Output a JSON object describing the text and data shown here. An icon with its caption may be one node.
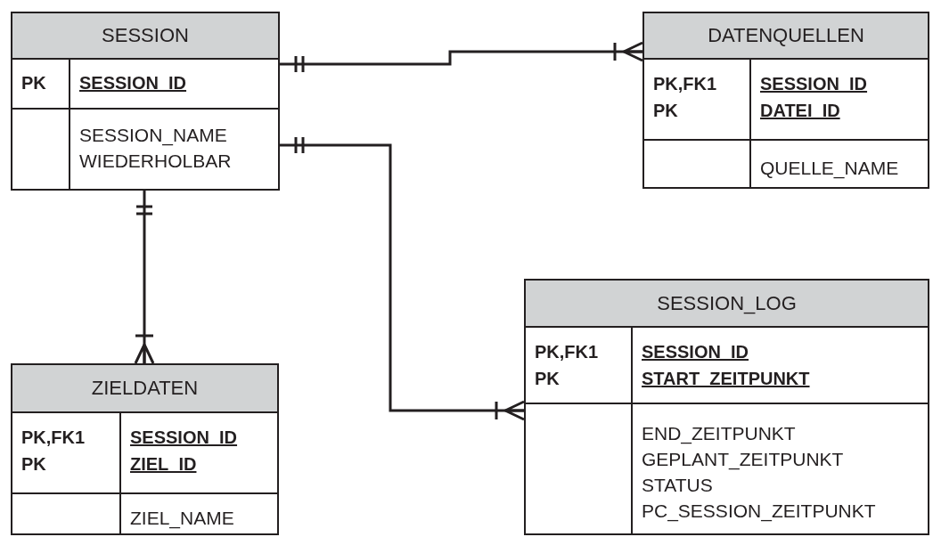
{
  "diagram": {
    "nodes": [
      {
        "text": [
          "SESSION",
          "PK",
          "SESSION_ID",
          "SESSION_NAME",
          "WIEDERHOLBAR"
        ]
      },
      {
        "text": [
          "DATENQUELLEN",
          "PK,FK1",
          "PK",
          "SESSION_ID",
          "DATEI_ID",
          "QUELLE_NAME"
        ]
      },
      {
        "text": [
          "SESSION_LOG",
          "PK,FK1",
          "PK",
          "SESSION_ID",
          "START_ZEITPUNKT",
          "END_ZEITPUNKT",
          "GEPLANT_ZEITPUNKT",
          "STATUS",
          "PC_SESSION_ZEITPUNKT"
        ]
      },
      {
        "text": [
          "ZIELDATEN",
          "PK,FK1",
          "PK",
          "SESSION_ID",
          "ZIEL_ID",
          "ZIEL_NAME"
        ]
      }
    ],
    "edges": [
      {
        "from": 0,
        "to": 1,
        "arrow": "other"
      },
      {
        "from": 0,
        "to": 2,
        "arrow": "other"
      },
      {
        "from": 0,
        "to": 3,
        "arrow": "other"
      }
    ]
  }
}
